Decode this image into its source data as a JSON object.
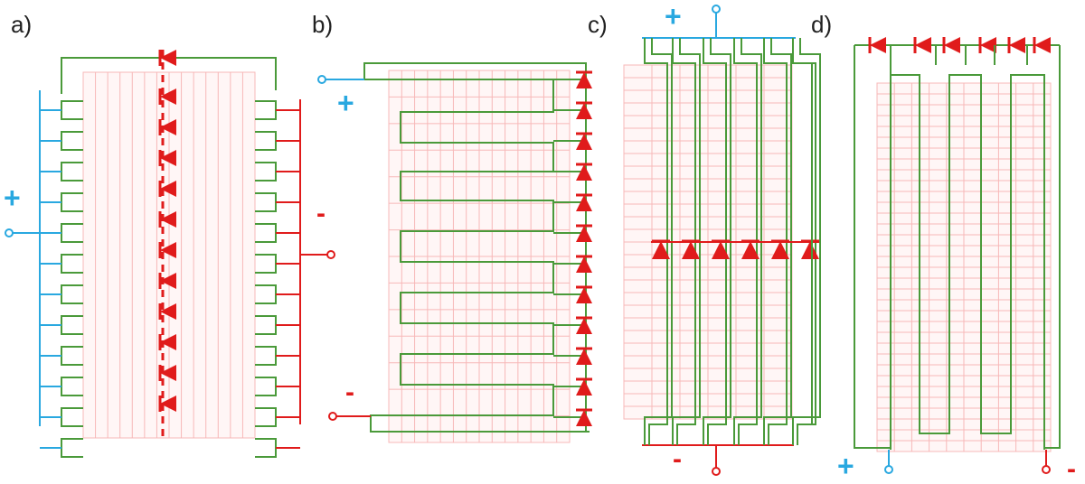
{
  "colors": {
    "wire": "#4a9a3a",
    "positive": "#29a8e0",
    "negative": "#e01b1b",
    "diode": "#e01b1b",
    "grid": "#f7b8b8",
    "panel_fill": "#fff6f6"
  },
  "panels": [
    {
      "label": "a)",
      "plus": "+",
      "minus": "-",
      "diode_count": 12
    },
    {
      "label": "b)",
      "plus": "+",
      "minus": "-",
      "diode_count": 12
    },
    {
      "label": "c)",
      "plus": "+",
      "minus": "-",
      "diode_count": 6
    },
    {
      "label": "d)",
      "plus": "+",
      "minus": "-",
      "diode_count": 6
    }
  ]
}
